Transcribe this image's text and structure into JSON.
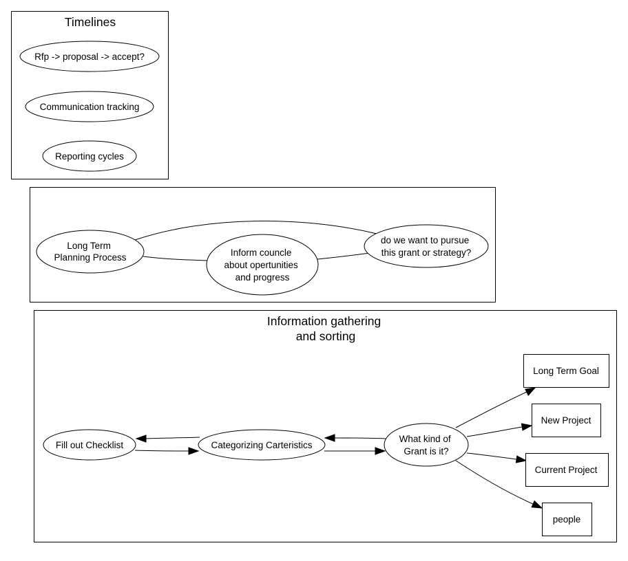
{
  "clusters": {
    "timelines": {
      "title": "Timelines",
      "nodes": {
        "rfp": "Rfp -> proposal -> accept?",
        "communication": "Communication tracking",
        "reporting": "Reporting cycles"
      }
    },
    "planning": {
      "nodes": {
        "long_term_planning": [
          "Long Term",
          "Planning Process"
        ],
        "inform_council": [
          "Inform councle",
          "about opertunities",
          "and progress"
        ],
        "pursue": [
          "do we want to pursue",
          "this grant or strategy?"
        ]
      }
    },
    "info_gathering": {
      "title": [
        "Information gathering",
        "and sorting"
      ],
      "nodes": {
        "checklist": "Fill out Checklist",
        "categorizing": "Categorizing Carteristics",
        "grant_kind": [
          "What kind of",
          "Grant is it?"
        ],
        "long_term_goal": "Long Term Goal",
        "new_project": "New Project",
        "current_project": "Current Project",
        "people": "people"
      }
    }
  },
  "edges": [
    {
      "from": "Long Term Planning Process",
      "to": "Inform councle about opertunities and progress",
      "directed": false
    },
    {
      "from": "Inform councle about opertunities and progress",
      "to": "do we want to pursue this grant or strategy?",
      "directed": false
    },
    {
      "from": "Long Term Planning Process",
      "to": "do we want to pursue this grant or strategy?",
      "directed": false
    },
    {
      "from": "Categorizing Carteristics",
      "to": "Fill out Checklist",
      "directed": true
    },
    {
      "from": "Fill out Checklist",
      "to": "Categorizing Carteristics",
      "directed": true
    },
    {
      "from": "What kind of Grant is it?",
      "to": "Categorizing Carteristics",
      "directed": true
    },
    {
      "from": "Categorizing Carteristics",
      "to": "What kind of Grant is it?",
      "directed": true
    },
    {
      "from": "What kind of Grant is it?",
      "to": "Long Term Goal",
      "directed": true
    },
    {
      "from": "What kind of Grant is it?",
      "to": "New Project",
      "directed": true
    },
    {
      "from": "What kind of Grant is it?",
      "to": "Current Project",
      "directed": true
    },
    {
      "from": "What kind of Grant is it?",
      "to": "people",
      "directed": true
    }
  ]
}
